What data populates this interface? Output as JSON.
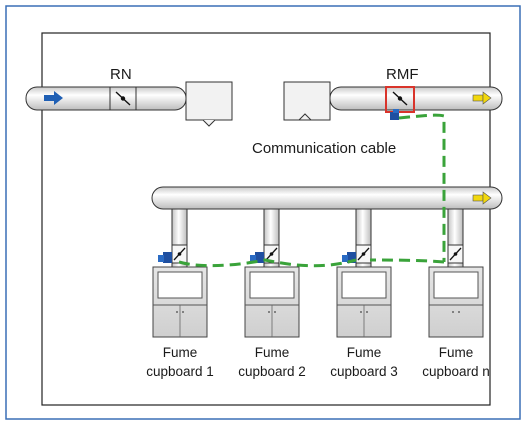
{
  "labels": {
    "rn": "RN",
    "rmf": "RMF",
    "communication_cable": "Communication cable"
  },
  "cupboards": [
    {
      "line1": "Fume",
      "line2": "cupboard 1"
    },
    {
      "line1": "Fume",
      "line2": "cupboard 2"
    },
    {
      "line1": "Fume",
      "line2": "cupboard 3"
    },
    {
      "line1": "Fume",
      "line2": "cupboard n"
    }
  ],
  "colors": {
    "frame_border": "#3a6fb5",
    "cable": "#3aa33a",
    "inflow_arrow": "#1f5fb4",
    "outflow_arrow": "#f2d80d",
    "highlight": "#d9342b",
    "actuator": "#1f4fa0"
  },
  "icons": {
    "damper": "damper-icon",
    "flow_arrow": "flow-arrow-icon",
    "actuator": "actuator-icon"
  }
}
